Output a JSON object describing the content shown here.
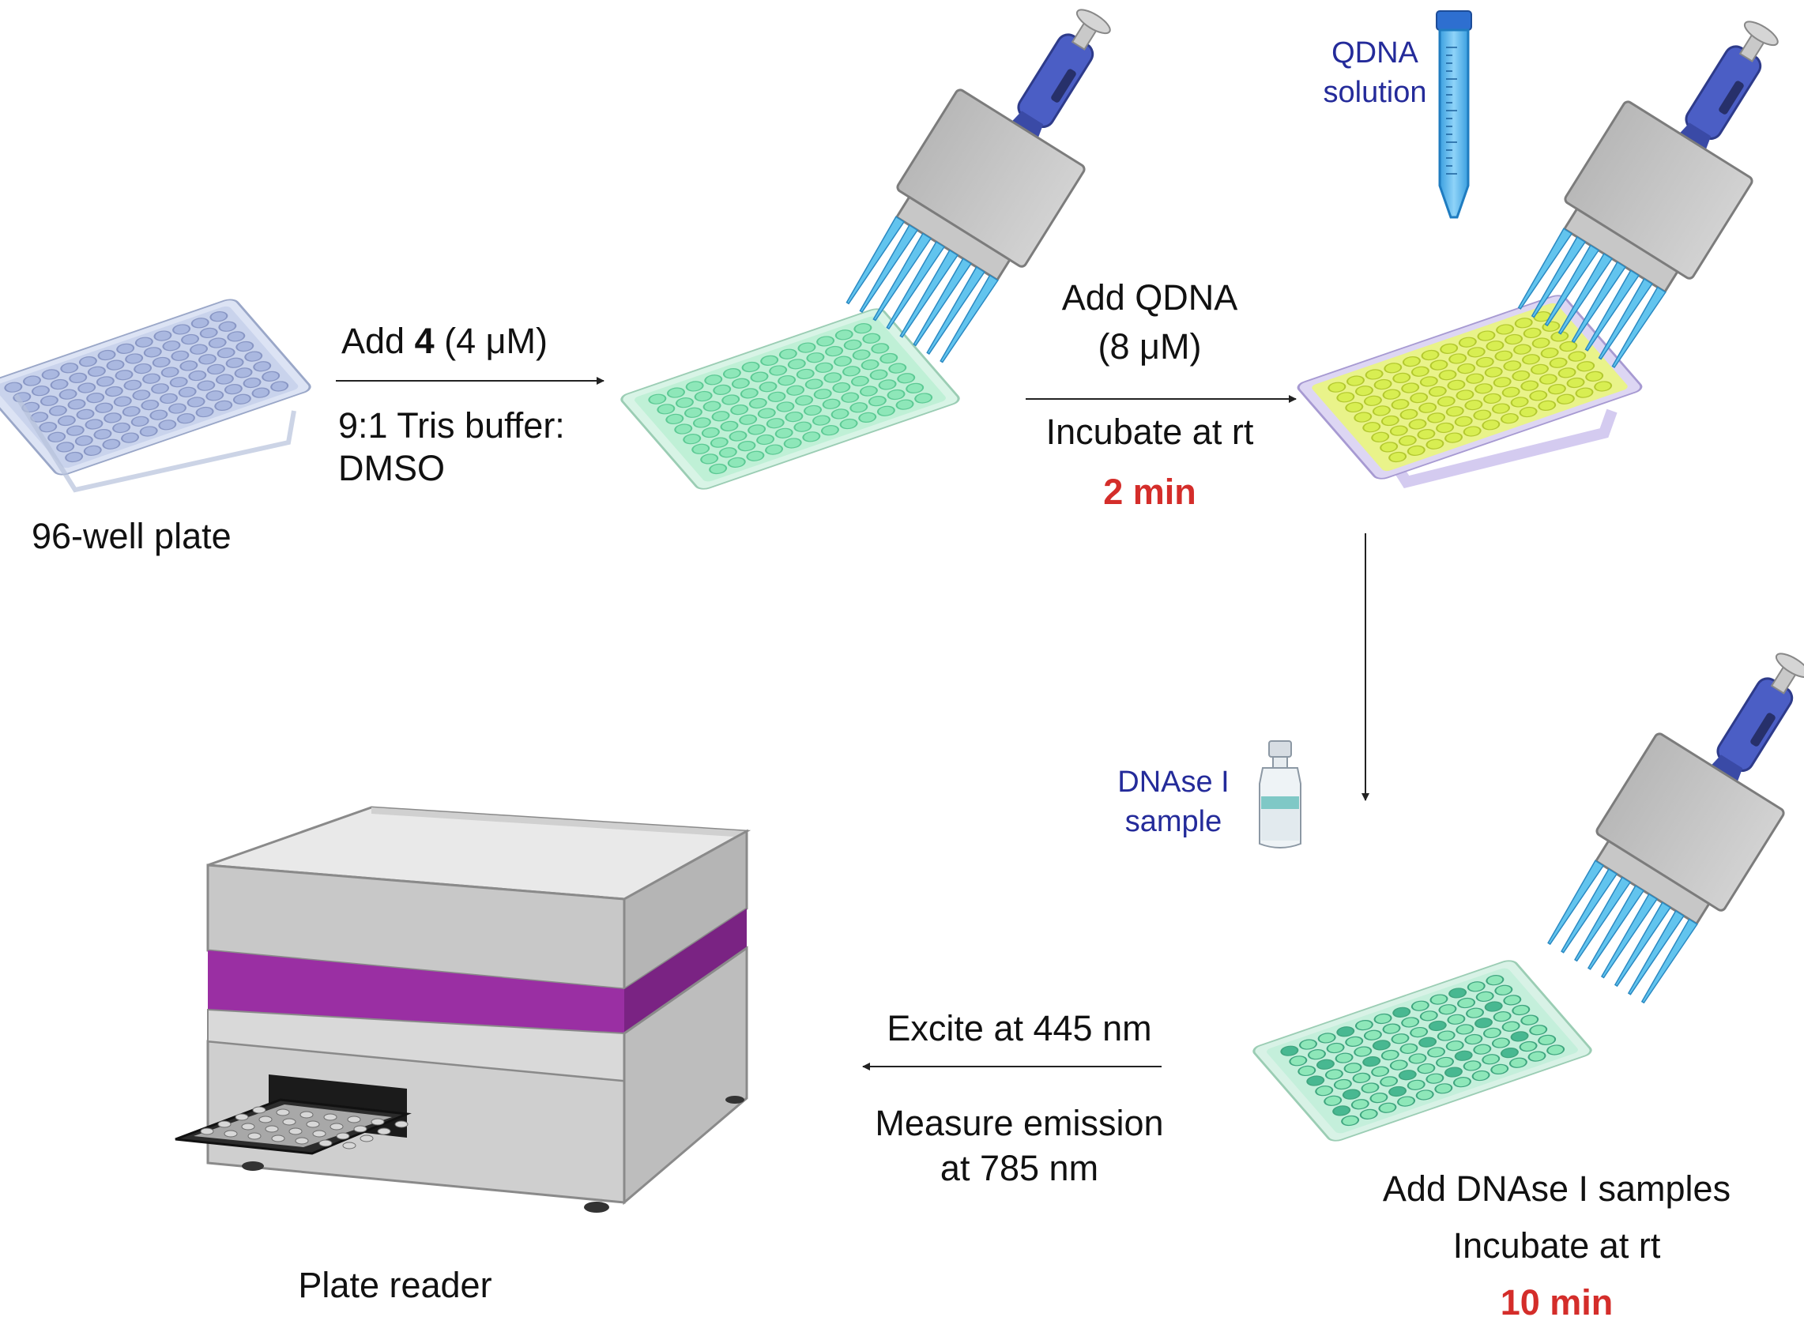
{
  "colors": {
    "plate_empty": "#c9d3ec",
    "plate_green": "#8ee7b9",
    "plate_yellow": "#d8ee52",
    "plate_lavender": "#ddd6f3",
    "reader_band": "#9a2fa3",
    "pipette_blue": "#4b5ec5",
    "tip_blue": "#62c4ee",
    "highlight_red": "#d42d2a",
    "reagent_label_blue": "#242b9a"
  },
  "step1": {
    "plate_label": "96-well plate",
    "arrow_top_prefix": "Add ",
    "compound": "4",
    "concentration": " (4 μM)",
    "solvent_line1": "9:1 Tris buffer:",
    "solvent_line2": "DMSO"
  },
  "step2": {
    "reagent_tube_line1": "QDNA",
    "reagent_tube_line2": "solution",
    "arrow_top_line1": "Add QDNA",
    "arrow_top_line2": "(8 μM)",
    "arrow_bottom": "Incubate at rt",
    "time": "2 min"
  },
  "step3": {
    "reagent_vial_line1": "DNAse I",
    "reagent_vial_line2": "sample",
    "caption_line1": "Add DNAse I samples",
    "caption_line2": "Incubate at rt",
    "time": "10 min"
  },
  "step4": {
    "arrow_top": "Excite at 445 nm",
    "arrow_bottom_line1": "Measure emission",
    "arrow_bottom_line2": "at 785 nm",
    "instrument_label": "Plate reader"
  },
  "icons": [
    "well-plate-icon",
    "multichannel-pipette-icon",
    "conical-tube-icon",
    "vial-icon",
    "plate-reader-icon",
    "arrow-icon"
  ]
}
